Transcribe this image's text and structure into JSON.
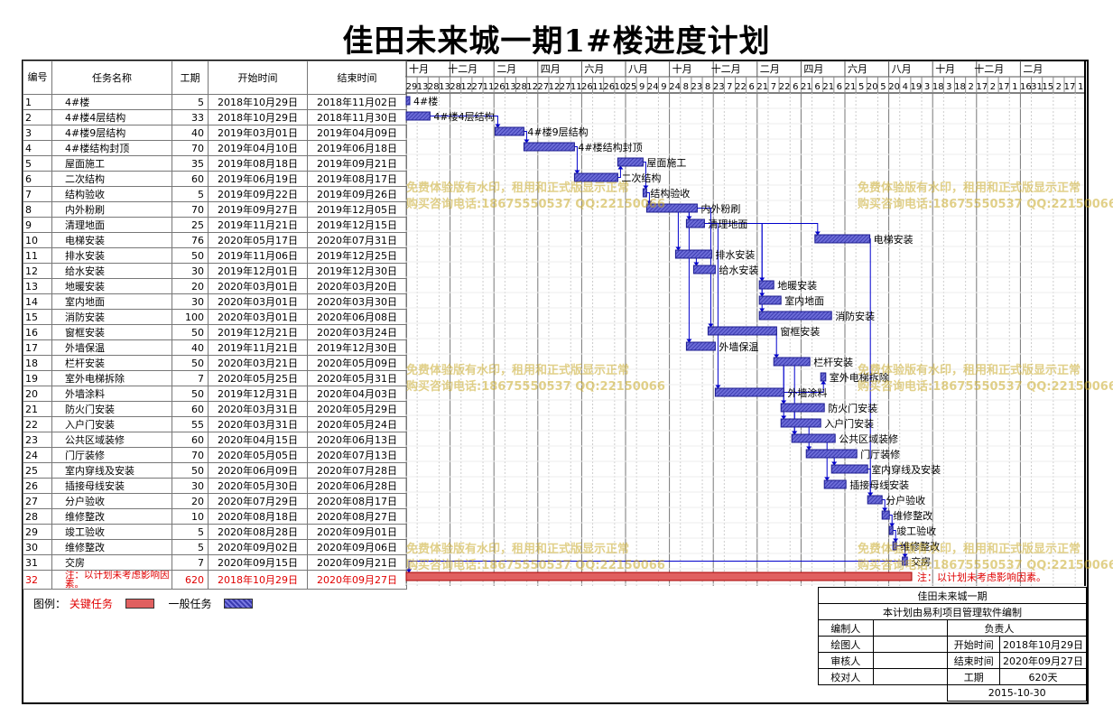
{
  "title": "佳田未来城一期1#楼进度计划",
  "headers": {
    "id": "编号",
    "name": "任务名称",
    "duration": "工期",
    "start": "开始时间",
    "end": "结束时间"
  },
  "tasks": [
    {
      "id": "1",
      "name": "4#楼",
      "dur": "5",
      "start": "2018年10月29日",
      "end": "2018年11月02日",
      "s": "2018-10-29",
      "e": "2018-11-02",
      "label": "4#楼"
    },
    {
      "id": "2",
      "name": "4#楼4层结构",
      "dur": "33",
      "start": "2018年10月29日",
      "end": "2018年11月30日",
      "s": "2018-10-29",
      "e": "2018-11-30",
      "label": "4#楼4层结构"
    },
    {
      "id": "3",
      "name": "4#楼9层结构",
      "dur": "40",
      "start": "2019年03月01日",
      "end": "2019年04月09日",
      "s": "2019-03-01",
      "e": "2019-04-09",
      "label": "4#楼9层结构"
    },
    {
      "id": "4",
      "name": "4#楼结构封顶",
      "dur": "70",
      "start": "2019年04月10日",
      "end": "2019年06月18日",
      "s": "2019-04-10",
      "e": "2019-06-18",
      "label": "4#楼结构封顶"
    },
    {
      "id": "5",
      "name": "屋面施工",
      "dur": "35",
      "start": "2019年08月18日",
      "end": "2019年09月21日",
      "s": "2019-08-18",
      "e": "2019-09-21",
      "label": "屋面施工"
    },
    {
      "id": "6",
      "name": "二次结构",
      "dur": "60",
      "start": "2019年06月19日",
      "end": "2019年08月17日",
      "s": "2019-06-19",
      "e": "2019-08-17",
      "label": "二次结构"
    },
    {
      "id": "7",
      "name": "结构验收",
      "dur": "5",
      "start": "2019年09月22日",
      "end": "2019年09月26日",
      "s": "2019-09-22",
      "e": "2019-09-26",
      "label": "结构验收"
    },
    {
      "id": "8",
      "name": "内外粉刷",
      "dur": "70",
      "start": "2019年09月27日",
      "end": "2019年12月05日",
      "s": "2019-09-27",
      "e": "2019-12-05",
      "label": "内外粉刷"
    },
    {
      "id": "9",
      "name": "清理地面",
      "dur": "25",
      "start": "2019年11月21日",
      "end": "2019年12月15日",
      "s": "2019-11-21",
      "e": "2019-12-15",
      "label": "清理地面"
    },
    {
      "id": "10",
      "name": "电梯安装",
      "dur": "76",
      "start": "2020年05月17日",
      "end": "2020年07月31日",
      "s": "2020-05-17",
      "e": "2020-07-31",
      "label": "电梯安装"
    },
    {
      "id": "11",
      "name": "排水安装",
      "dur": "50",
      "start": "2019年11月06日",
      "end": "2019年12月25日",
      "s": "2019-11-06",
      "e": "2019-12-25",
      "label": "排水安装"
    },
    {
      "id": "12",
      "name": "给水安装",
      "dur": "30",
      "start": "2019年12月01日",
      "end": "2019年12月30日",
      "s": "2019-12-01",
      "e": "2019-12-30",
      "label": "给水安装"
    },
    {
      "id": "13",
      "name": "地暖安装",
      "dur": "20",
      "start": "2020年03月01日",
      "end": "2020年03月20日",
      "s": "2020-03-01",
      "e": "2020-03-20",
      "label": "地暖安装"
    },
    {
      "id": "14",
      "name": "室内地面",
      "dur": "30",
      "start": "2020年03月01日",
      "end": "2020年03月30日",
      "s": "2020-03-01",
      "e": "2020-03-30",
      "label": "室内地面"
    },
    {
      "id": "15",
      "name": "消防安装",
      "dur": "100",
      "start": "2020年03月01日",
      "end": "2020年06月08日",
      "s": "2020-03-01",
      "e": "2020-06-08",
      "label": "消防安装"
    },
    {
      "id": "16",
      "name": "窗框安装",
      "dur": "50",
      "start": "2019年12月21日",
      "end": "2020年03月24日",
      "s": "2019-12-21",
      "e": "2020-03-24",
      "label": "窗框安装"
    },
    {
      "id": "17",
      "name": "外墙保温",
      "dur": "40",
      "start": "2019年11月21日",
      "end": "2019年12月30日",
      "s": "2019-11-21",
      "e": "2019-12-30",
      "label": "外墙保温"
    },
    {
      "id": "18",
      "name": "栏杆安装",
      "dur": "50",
      "start": "2020年03月21日",
      "end": "2020年05月09日",
      "s": "2020-03-21",
      "e": "2020-05-09",
      "label": "栏杆安装"
    },
    {
      "id": "19",
      "name": "室外电梯拆除",
      "dur": "7",
      "start": "2020年05月25日",
      "end": "2020年05月31日",
      "s": "2020-05-25",
      "e": "2020-05-31",
      "label": "室外电梯拆除"
    },
    {
      "id": "20",
      "name": "外墙涂料",
      "dur": "50",
      "start": "2019年12月31日",
      "end": "2020年04月03日",
      "s": "2019-12-31",
      "e": "2020-04-03",
      "label": "外墙涂料"
    },
    {
      "id": "21",
      "name": "防火门安装",
      "dur": "60",
      "start": "2020年03月31日",
      "end": "2020年05月29日",
      "s": "2020-03-31",
      "e": "2020-05-29",
      "label": "防火门安装"
    },
    {
      "id": "22",
      "name": "入户门安装",
      "dur": "55",
      "start": "2020年03月31日",
      "end": "2020年05月24日",
      "s": "2020-03-31",
      "e": "2020-05-24",
      "label": "入户门安装"
    },
    {
      "id": "23",
      "name": "公共区域装修",
      "dur": "60",
      "start": "2020年04月15日",
      "end": "2020年06月13日",
      "s": "2020-04-15",
      "e": "2020-06-13",
      "label": "公共区域装修"
    },
    {
      "id": "24",
      "name": "门厅装修",
      "dur": "70",
      "start": "2020年05月05日",
      "end": "2020年07月13日",
      "s": "2020-05-05",
      "e": "2020-07-13",
      "label": "门厅装修"
    },
    {
      "id": "25",
      "name": "室内穿线及安装",
      "dur": "50",
      "start": "2020年06月09日",
      "end": "2020年07月28日",
      "s": "2020-06-09",
      "e": "2020-07-28",
      "label": "室内穿线及安装"
    },
    {
      "id": "26",
      "name": "插接母线安装",
      "dur": "30",
      "start": "2020年05月30日",
      "end": "2020年06月28日",
      "s": "2020-05-30",
      "e": "2020-06-28",
      "label": "插接母线安装"
    },
    {
      "id": "27",
      "name": "分户验收",
      "dur": "20",
      "start": "2020年07月29日",
      "end": "2020年08月17日",
      "s": "2020-07-29",
      "e": "2020-08-17",
      "label": "分户验收"
    },
    {
      "id": "28",
      "name": "维修整改",
      "dur": "10",
      "start": "2020年08月18日",
      "end": "2020年08月27日",
      "s": "2020-08-18",
      "e": "2020-08-27",
      "label": "维修整改"
    },
    {
      "id": "29",
      "name": "竣工验收",
      "dur": "5",
      "start": "2020年08月28日",
      "end": "2020年09月01日",
      "s": "2020-08-28",
      "e": "2020-09-01",
      "label": "竣工验收"
    },
    {
      "id": "30",
      "name": "维修整改",
      "dur": "5",
      "start": "2020年09月02日",
      "end": "2020年09月06日",
      "s": "2020-09-02",
      "e": "2020-09-06",
      "label": "维修整改"
    },
    {
      "id": "31",
      "name": "交房",
      "dur": "7",
      "start": "2020年09月15日",
      "end": "2020年09月21日",
      "s": "2020-09-15",
      "e": "2020-09-21",
      "label": "交房"
    },
    {
      "id": "32",
      "name": "注：以计划未考虑影响因素。",
      "dur": "620",
      "start": "2018年10月29日",
      "end": "2020年09月27日",
      "s": "2018-10-29",
      "e": "2020-09-27",
      "label": "注：以计划未考虑影响因素。",
      "critical": true
    }
  ],
  "timeline": {
    "months": [
      "十月",
      "十二月",
      "二月",
      "四月",
      "六月",
      "八月",
      "十月",
      "十二月",
      "二月",
      "四月",
      "六月",
      "八月",
      "十月",
      "十二月",
      "二月"
    ],
    "weeks": [
      "29",
      "13",
      "28",
      "13",
      "28",
      "12",
      "27",
      "11",
      "26",
      "13",
      "28",
      "12",
      "27",
      "12",
      "27",
      "11",
      "26",
      "11",
      "26",
      "10",
      "25",
      "9",
      "24",
      "9",
      "24",
      "8",
      "23",
      "8",
      "23",
      "7",
      "22",
      "6",
      "21",
      "7",
      "22",
      "6",
      "21",
      "6",
      "21",
      "6",
      "21",
      "5",
      "20",
      "5",
      "20",
      "4",
      "19",
      "3",
      "18",
      "3",
      "18",
      "2",
      "17",
      "2",
      "17",
      "1",
      "16",
      "31",
      "15",
      "2",
      "17",
      "1"
    ]
  },
  "legend": {
    "label": "图例：",
    "critical": "关键任务",
    "normal": "一般任务"
  },
  "infobox": {
    "project": "佳田未来城一期",
    "software": "本计划由易利项目管理软件编制",
    "labels": {
      "compiler": "编制人",
      "owner": "负责人",
      "drawer": "绘图人",
      "start": "开始时间",
      "reviewer": "审核人",
      "end": "结束时间",
      "checker": "校对人",
      "duration": "工期"
    },
    "start_value": "2018年10月29日",
    "end_value": "2020年09月27日",
    "duration_value": "620天",
    "date": "2015-10-30"
  },
  "watermark": {
    "line1": "免费体验版有水印，租用和正式版显示正常",
    "line2": "购买咨询电话:18675550537 QQ:22150066"
  },
  "colors": {
    "normal_bar": "#3a3ab0",
    "critical_bar": "#e06060",
    "link": "#0000cc",
    "critical_text": "#e00000"
  }
}
